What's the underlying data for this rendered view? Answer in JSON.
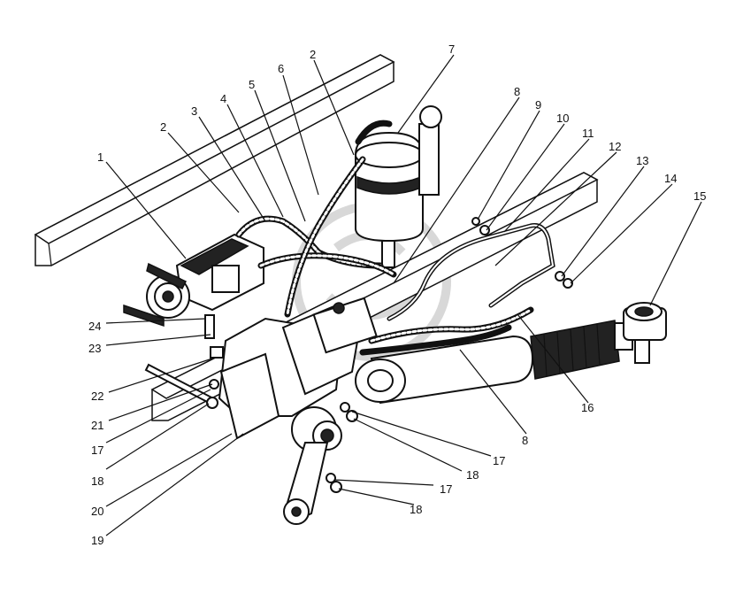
{
  "callouts": [
    {
      "id": "c1",
      "text": "1"
    },
    {
      "id": "c2a",
      "text": "2"
    },
    {
      "id": "c2b",
      "text": "2"
    },
    {
      "id": "c3",
      "text": "3"
    },
    {
      "id": "c4",
      "text": "4"
    },
    {
      "id": "c5",
      "text": "5"
    },
    {
      "id": "c6",
      "text": "6"
    },
    {
      "id": "c7",
      "text": "7"
    },
    {
      "id": "c8a",
      "text": "8"
    },
    {
      "id": "c8b",
      "text": "8"
    },
    {
      "id": "c9",
      "text": "9"
    },
    {
      "id": "c10",
      "text": "10"
    },
    {
      "id": "c11",
      "text": "11"
    },
    {
      "id": "c12",
      "text": "12"
    },
    {
      "id": "c13",
      "text": "13"
    },
    {
      "id": "c14",
      "text": "14"
    },
    {
      "id": "c15",
      "text": "15"
    },
    {
      "id": "c16",
      "text": "16"
    },
    {
      "id": "c17a",
      "text": "17"
    },
    {
      "id": "c17b",
      "text": "17"
    },
    {
      "id": "c17c",
      "text": "17"
    },
    {
      "id": "c18a",
      "text": "18"
    },
    {
      "id": "c18b",
      "text": "18"
    },
    {
      "id": "c18c",
      "text": "18"
    },
    {
      "id": "c19",
      "text": "19"
    },
    {
      "id": "c20",
      "text": "20"
    },
    {
      "id": "c21",
      "text": "21"
    },
    {
      "id": "c22",
      "text": "22"
    },
    {
      "id": "c23",
      "text": "23"
    },
    {
      "id": "c24",
      "text": "24"
    }
  ]
}
